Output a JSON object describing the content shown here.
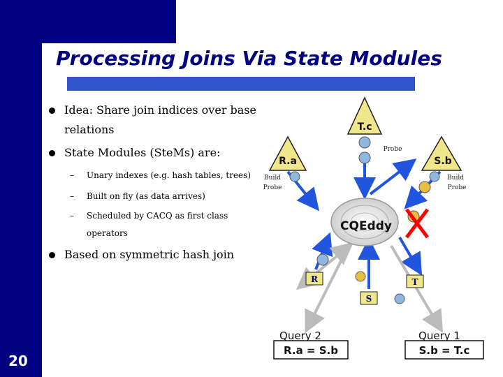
{
  "slide": {
    "title": "Processing Joins Via State Modules",
    "page_number": "20"
  },
  "bullets": [
    {
      "line1": "Idea:  Share join indices over base",
      "line2": "relations"
    },
    {
      "line1": "State Modules (SteMs) are:"
    },
    {
      "line1": "Based on symmetric hash join"
    }
  ],
  "subbullets": [
    {
      "dash": "–",
      "line1": "Unary indexes (e.g. hash tables, trees)"
    },
    {
      "dash": "–",
      "line1": "Built on fly (as data arrives)"
    },
    {
      "dash": "–",
      "line1": "Scheduled by CACQ as first class",
      "line2": "operators"
    }
  ],
  "diagram": {
    "stems": {
      "tc": "T.c",
      "ra": "R.a",
      "sb": "S.b"
    },
    "labels": {
      "probe_top": "Probe",
      "build_left": "Build",
      "probe_left": "Probe",
      "build_right": "Build",
      "probe_right": "Probe"
    },
    "eddy_label": "CQEddy",
    "sources": {
      "r": "R",
      "s": "S",
      "t": "T"
    },
    "queries": [
      {
        "title": "Query 2",
        "predicate": "R.a = S.b"
      },
      {
        "title": "Query 1",
        "predicate": "S.b = T.c"
      }
    ],
    "colors": {
      "navy": "#000080",
      "triangle": "#f0e68c",
      "arrow_blue": "#2255dd",
      "arrow_gray": "#bbbbbb",
      "tuple_blue": "#8fb8e0",
      "tuple_yellow": "#e8c040",
      "cross": "#ff0000"
    }
  }
}
